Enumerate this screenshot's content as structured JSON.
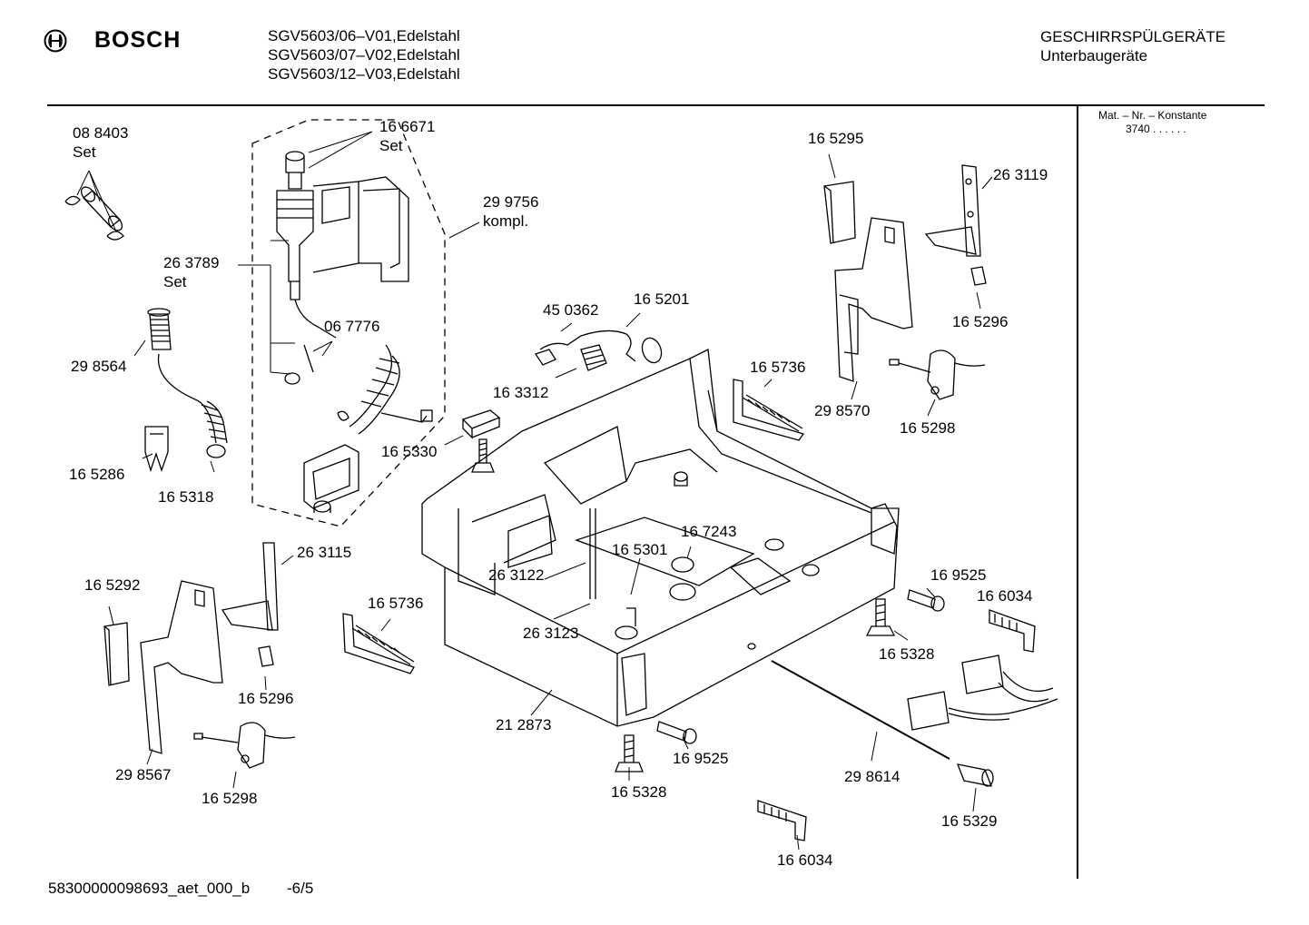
{
  "header": {
    "brand": "BOSCH",
    "models": [
      "SGV5603/06–V01,Edelstahl",
      "SGV5603/07–V02,Edelstahl",
      "SGV5603/12–V03,Edelstahl"
    ],
    "category": "GESCHIRRSPÜLGERÄTE",
    "subcategory": "Unterbaugeräte"
  },
  "side_panel": {
    "title": "Mat. – Nr. – Konstante",
    "value": "3740 . . . . . ."
  },
  "labels": {
    "p088403": "08 8403",
    "p088403_set": "Set",
    "p166671": "16 6671",
    "p166671_set": "Set",
    "p299756": "29 9756",
    "p299756_kompl": "kompl.",
    "p263789": "26 3789",
    "p263789_set": "Set",
    "p298564": "29 8564",
    "p067776": "06 7776",
    "p165286": "16 5286",
    "p165318": "16 5318",
    "p450362": "45 0362",
    "p165201": "16 5201",
    "p163312": "16 3312",
    "p165330": "16 5330",
    "p165295": "16 5295",
    "p263119": "26 3119",
    "p165296a": "16 5296",
    "p165736a": "16 5736",
    "p298570": "29 8570",
    "p165298a": "16 5298",
    "p167243": "16 7243",
    "p165301": "16 5301",
    "p263122": "26 3122",
    "p263123": "26 3123",
    "p169525a": "16 9525",
    "p166034a": "16 6034",
    "p165328a": "16 5328",
    "p165292": "16 5292",
    "p263115": "26 3115",
    "p165736b": "16 5736",
    "p165296b": "16 5296",
    "p298567": "29 8567",
    "p165298b": "16 5298",
    "p212873": "21 2873",
    "p169525b": "16 9525",
    "p165328b": "16 5328",
    "p298614": "29 8614",
    "p165329": "16 5329",
    "p166034b": "16 6034"
  },
  "footer": {
    "doc_id": "58300000098693_aet_000_b",
    "page": "-6/5"
  }
}
